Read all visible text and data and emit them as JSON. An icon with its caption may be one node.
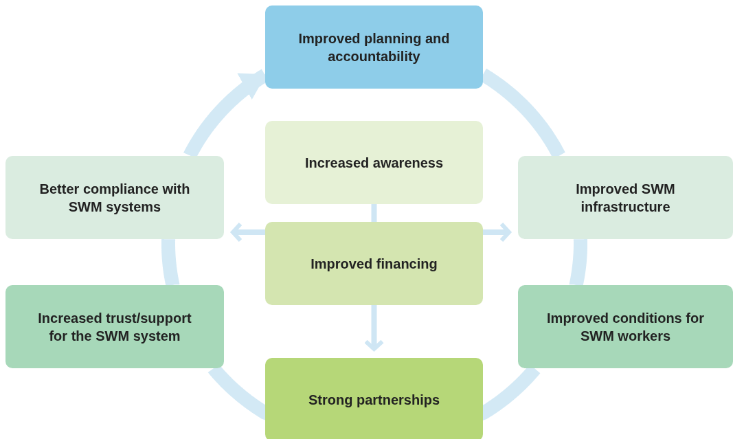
{
  "diagram": {
    "nodes": [
      {
        "text": [
          "Improved planning and accountability"
        ]
      },
      {
        "text": [
          "Increased awareness"
        ]
      },
      {
        "text": [
          "Better compliance with SWM systems"
        ]
      },
      {
        "text": [
          "Improved SWM infrastructure"
        ]
      },
      {
        "text": [
          "Improved financing"
        ]
      },
      {
        "text": [
          "Increased trust/support for the SWM system"
        ]
      },
      {
        "text": [
          "Improved conditions for SWM workers"
        ]
      },
      {
        "text": [
          "Strong partnerships"
        ]
      }
    ],
    "edges": [
      {
        "from": 0,
        "to": 3,
        "arrow": "none"
      },
      {
        "from": 3,
        "to": 6,
        "arrow": "none"
      },
      {
        "from": 6,
        "to": 7,
        "arrow": "none"
      },
      {
        "from": 7,
        "to": 5,
        "arrow": "none"
      },
      {
        "from": 5,
        "to": 2,
        "arrow": "none"
      },
      {
        "from": 2,
        "to": 0,
        "arrow": "to"
      },
      {
        "from": 1,
        "to": 4,
        "arrow": "none"
      },
      {
        "from": 4,
        "to": 2,
        "arrow": "to"
      },
      {
        "from": 4,
        "to": 3,
        "arrow": "to"
      },
      {
        "from": 4,
        "to": 7,
        "arrow": "to"
      }
    ]
  }
}
